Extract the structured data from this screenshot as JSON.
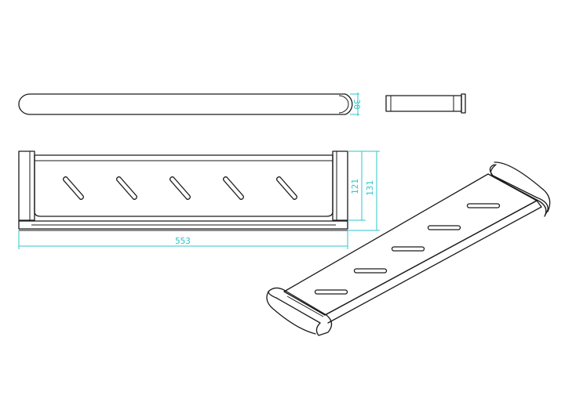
{
  "drawing": {
    "dimensions": {
      "bar_diameter": "30",
      "inner_height": "121",
      "outer_height": "131",
      "overall_length": "553"
    },
    "colors": {
      "line": "#1a1a1a",
      "dimension": "#2ec5c9",
      "background": "#ffffff"
    }
  }
}
